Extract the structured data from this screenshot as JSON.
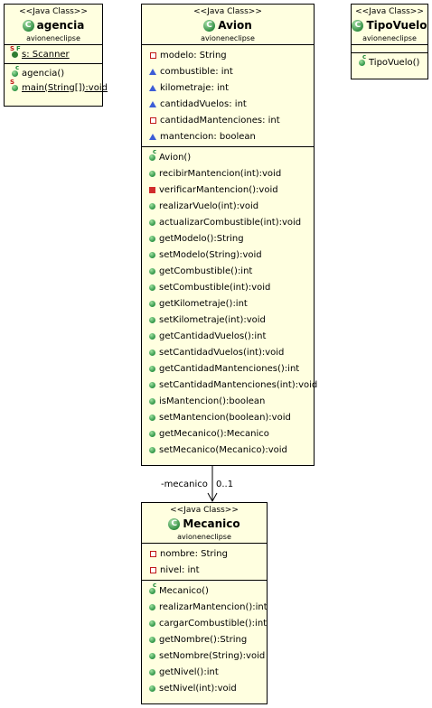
{
  "stereotype": "<<Java Class>>",
  "classes": {
    "agencia": {
      "name": "agencia",
      "package": "avioneneclipse",
      "attributes": [
        {
          "icon": "static-field-icon",
          "text": "s: Scanner",
          "underline": true
        }
      ],
      "methods": [
        {
          "icon": "constructor-icon",
          "text": "agencia()"
        },
        {
          "icon": "static-method-icon",
          "text": "main(String[]):void",
          "underline": true
        }
      ]
    },
    "avion": {
      "name": "Avion",
      "package": "avioneneclipse",
      "attributes": [
        {
          "icon": "private-field-icon",
          "text": "modelo: String"
        },
        {
          "icon": "package-field-icon",
          "text": "combustible: int"
        },
        {
          "icon": "package-field-icon",
          "text": "kilometraje: int"
        },
        {
          "icon": "package-field-icon",
          "text": "cantidadVuelos: int"
        },
        {
          "icon": "private-field-icon",
          "text": "cantidadMantenciones: int"
        },
        {
          "icon": "package-field-icon",
          "text": "mantencion: boolean"
        }
      ],
      "methods": [
        {
          "icon": "constructor-icon",
          "text": "Avion()"
        },
        {
          "icon": "public-method-icon",
          "text": "recibirMantencion(int):void"
        },
        {
          "icon": "private-method-icon",
          "text": "verificarMantencion():void"
        },
        {
          "icon": "public-method-icon",
          "text": "realizarVuelo(int):void"
        },
        {
          "icon": "public-method-icon",
          "text": "actualizarCombustible(int):void"
        },
        {
          "icon": "public-method-icon",
          "text": "getModelo():String"
        },
        {
          "icon": "public-method-icon",
          "text": "setModelo(String):void"
        },
        {
          "icon": "public-method-icon",
          "text": "getCombustible():int"
        },
        {
          "icon": "public-method-icon",
          "text": "setCombustible(int):void"
        },
        {
          "icon": "public-method-icon",
          "text": "getKilometraje():int"
        },
        {
          "icon": "public-method-icon",
          "text": "setKilometraje(int):void"
        },
        {
          "icon": "public-method-icon",
          "text": "getCantidadVuelos():int"
        },
        {
          "icon": "public-method-icon",
          "text": "setCantidadVuelos(int):void"
        },
        {
          "icon": "public-method-icon",
          "text": "getCantidadMantenciones():int"
        },
        {
          "icon": "public-method-icon",
          "text": "setCantidadMantenciones(int):void"
        },
        {
          "icon": "public-method-icon",
          "text": "isMantencion():boolean"
        },
        {
          "icon": "public-method-icon",
          "text": "setMantencion(boolean):void"
        },
        {
          "icon": "public-method-icon",
          "text": "getMecanico():Mecanico"
        },
        {
          "icon": "public-method-icon",
          "text": "setMecanico(Mecanico):void"
        }
      ]
    },
    "tipovuelo": {
      "name": "TipoVuelo",
      "package": "avioneneclipse",
      "attributes": [],
      "methods": [
        {
          "icon": "constructor-icon",
          "text": "TipoVuelo()"
        }
      ]
    },
    "mecanico": {
      "name": "Mecanico",
      "package": "avioneneclipse",
      "attributes": [
        {
          "icon": "private-field-icon",
          "text": "nombre: String"
        },
        {
          "icon": "private-field-icon",
          "text": "nivel: int"
        }
      ],
      "methods": [
        {
          "icon": "constructor-icon",
          "text": "Mecanico()"
        },
        {
          "icon": "public-method-icon",
          "text": "realizarMantencion():int"
        },
        {
          "icon": "public-method-icon",
          "text": "cargarCombustible():int"
        },
        {
          "icon": "public-method-icon",
          "text": "getNombre():String"
        },
        {
          "icon": "public-method-icon",
          "text": "setNombre(String):void"
        },
        {
          "icon": "public-method-icon",
          "text": "getNivel():int"
        },
        {
          "icon": "public-method-icon",
          "text": "setNivel(int):void"
        }
      ]
    }
  },
  "association": {
    "role": "-mecanico",
    "multiplicity": "0..1"
  },
  "colors": {
    "box_fill": "#ffffe0",
    "public": "#1f8a3a",
    "private": "#c01818",
    "package": "#3c5dd6"
  }
}
